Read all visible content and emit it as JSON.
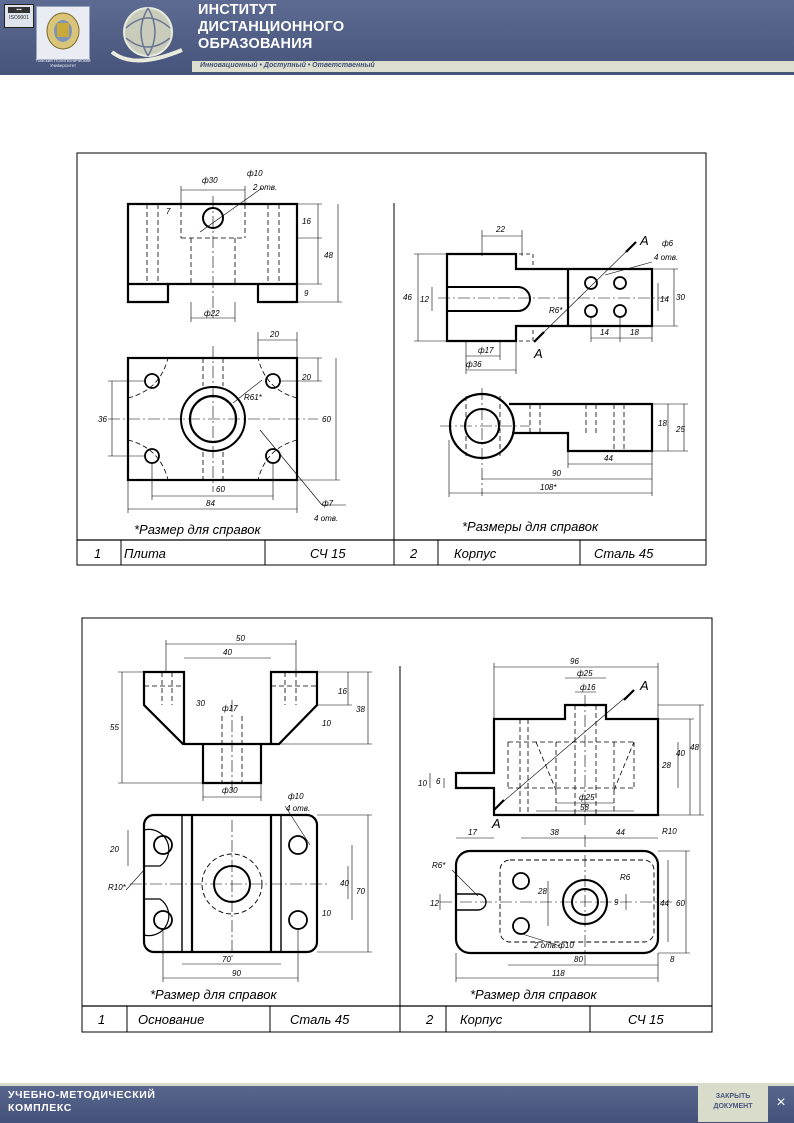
{
  "header": {
    "badge_line1": "ISO9001",
    "badge_line2": "ISO",
    "university": "Томский Политехнический Университет",
    "title_line1": "ИНСТИТУТ",
    "title_line2": "ДИСТАНЦИОННОГО",
    "title_line3": "ОБРАЗОВАНИЯ",
    "subtitle": "Инновационный • Доступный • Ответственный"
  },
  "sheet1": {
    "left": {
      "note": "*Размер для справок",
      "num": "1",
      "name": "Плита",
      "material": "СЧ 15",
      "dims": [
        "ф30",
        "ф10",
        "2 отв.",
        "16",
        "48",
        "7",
        "9",
        "ф22",
        "20",
        "20",
        "36",
        "60",
        "R61*",
        "60",
        "84",
        "ф7",
        "4 отв."
      ]
    },
    "right": {
      "note": "*Размеры для справок",
      "num": "2",
      "name": "Корпус",
      "material": "Сталь 45",
      "dims": [
        "22",
        "46",
        "12",
        "R6*",
        "ф17",
        "ф36",
        "ф6",
        "4 отв.",
        "А",
        "А",
        "14",
        "30",
        "14",
        "18",
        "18",
        "25",
        "44",
        "90",
        "108*"
      ]
    }
  },
  "sheet2": {
    "left": {
      "note": "*Размер для справок",
      "num": "1",
      "name": "Основание",
      "material": "Сталь 45",
      "dims": [
        "50",
        "40",
        "55",
        "30",
        "ф17",
        "16",
        "10",
        "38",
        "ф30",
        "ф10",
        "4 отв.",
        "20",
        "R10*",
        "40",
        "70",
        "10",
        "70",
        "90"
      ]
    },
    "right": {
      "note": "*Размер для справок",
      "num": "2",
      "name": "Корпус",
      "material": "СЧ 15",
      "dims": [
        "96",
        "ф25",
        "ф16",
        "А",
        "10",
        "6",
        "28",
        "40",
        "48",
        "ф25",
        "58",
        "А",
        "17",
        "38",
        "44",
        "R10",
        "R6*",
        "R6",
        "12",
        "28",
        "9",
        "44",
        "60",
        "2 отв.ф10",
        "80",
        "8",
        "118"
      ]
    }
  },
  "footer": {
    "line1": "УЧЕБНО-МЕТОДИЧЕСКИЙ",
    "line2": "КОМПЛЕКС",
    "close_line1": "ЗАКРЫТЬ",
    "close_line2": "ДОКУМЕНТ",
    "close_icon": "×"
  }
}
